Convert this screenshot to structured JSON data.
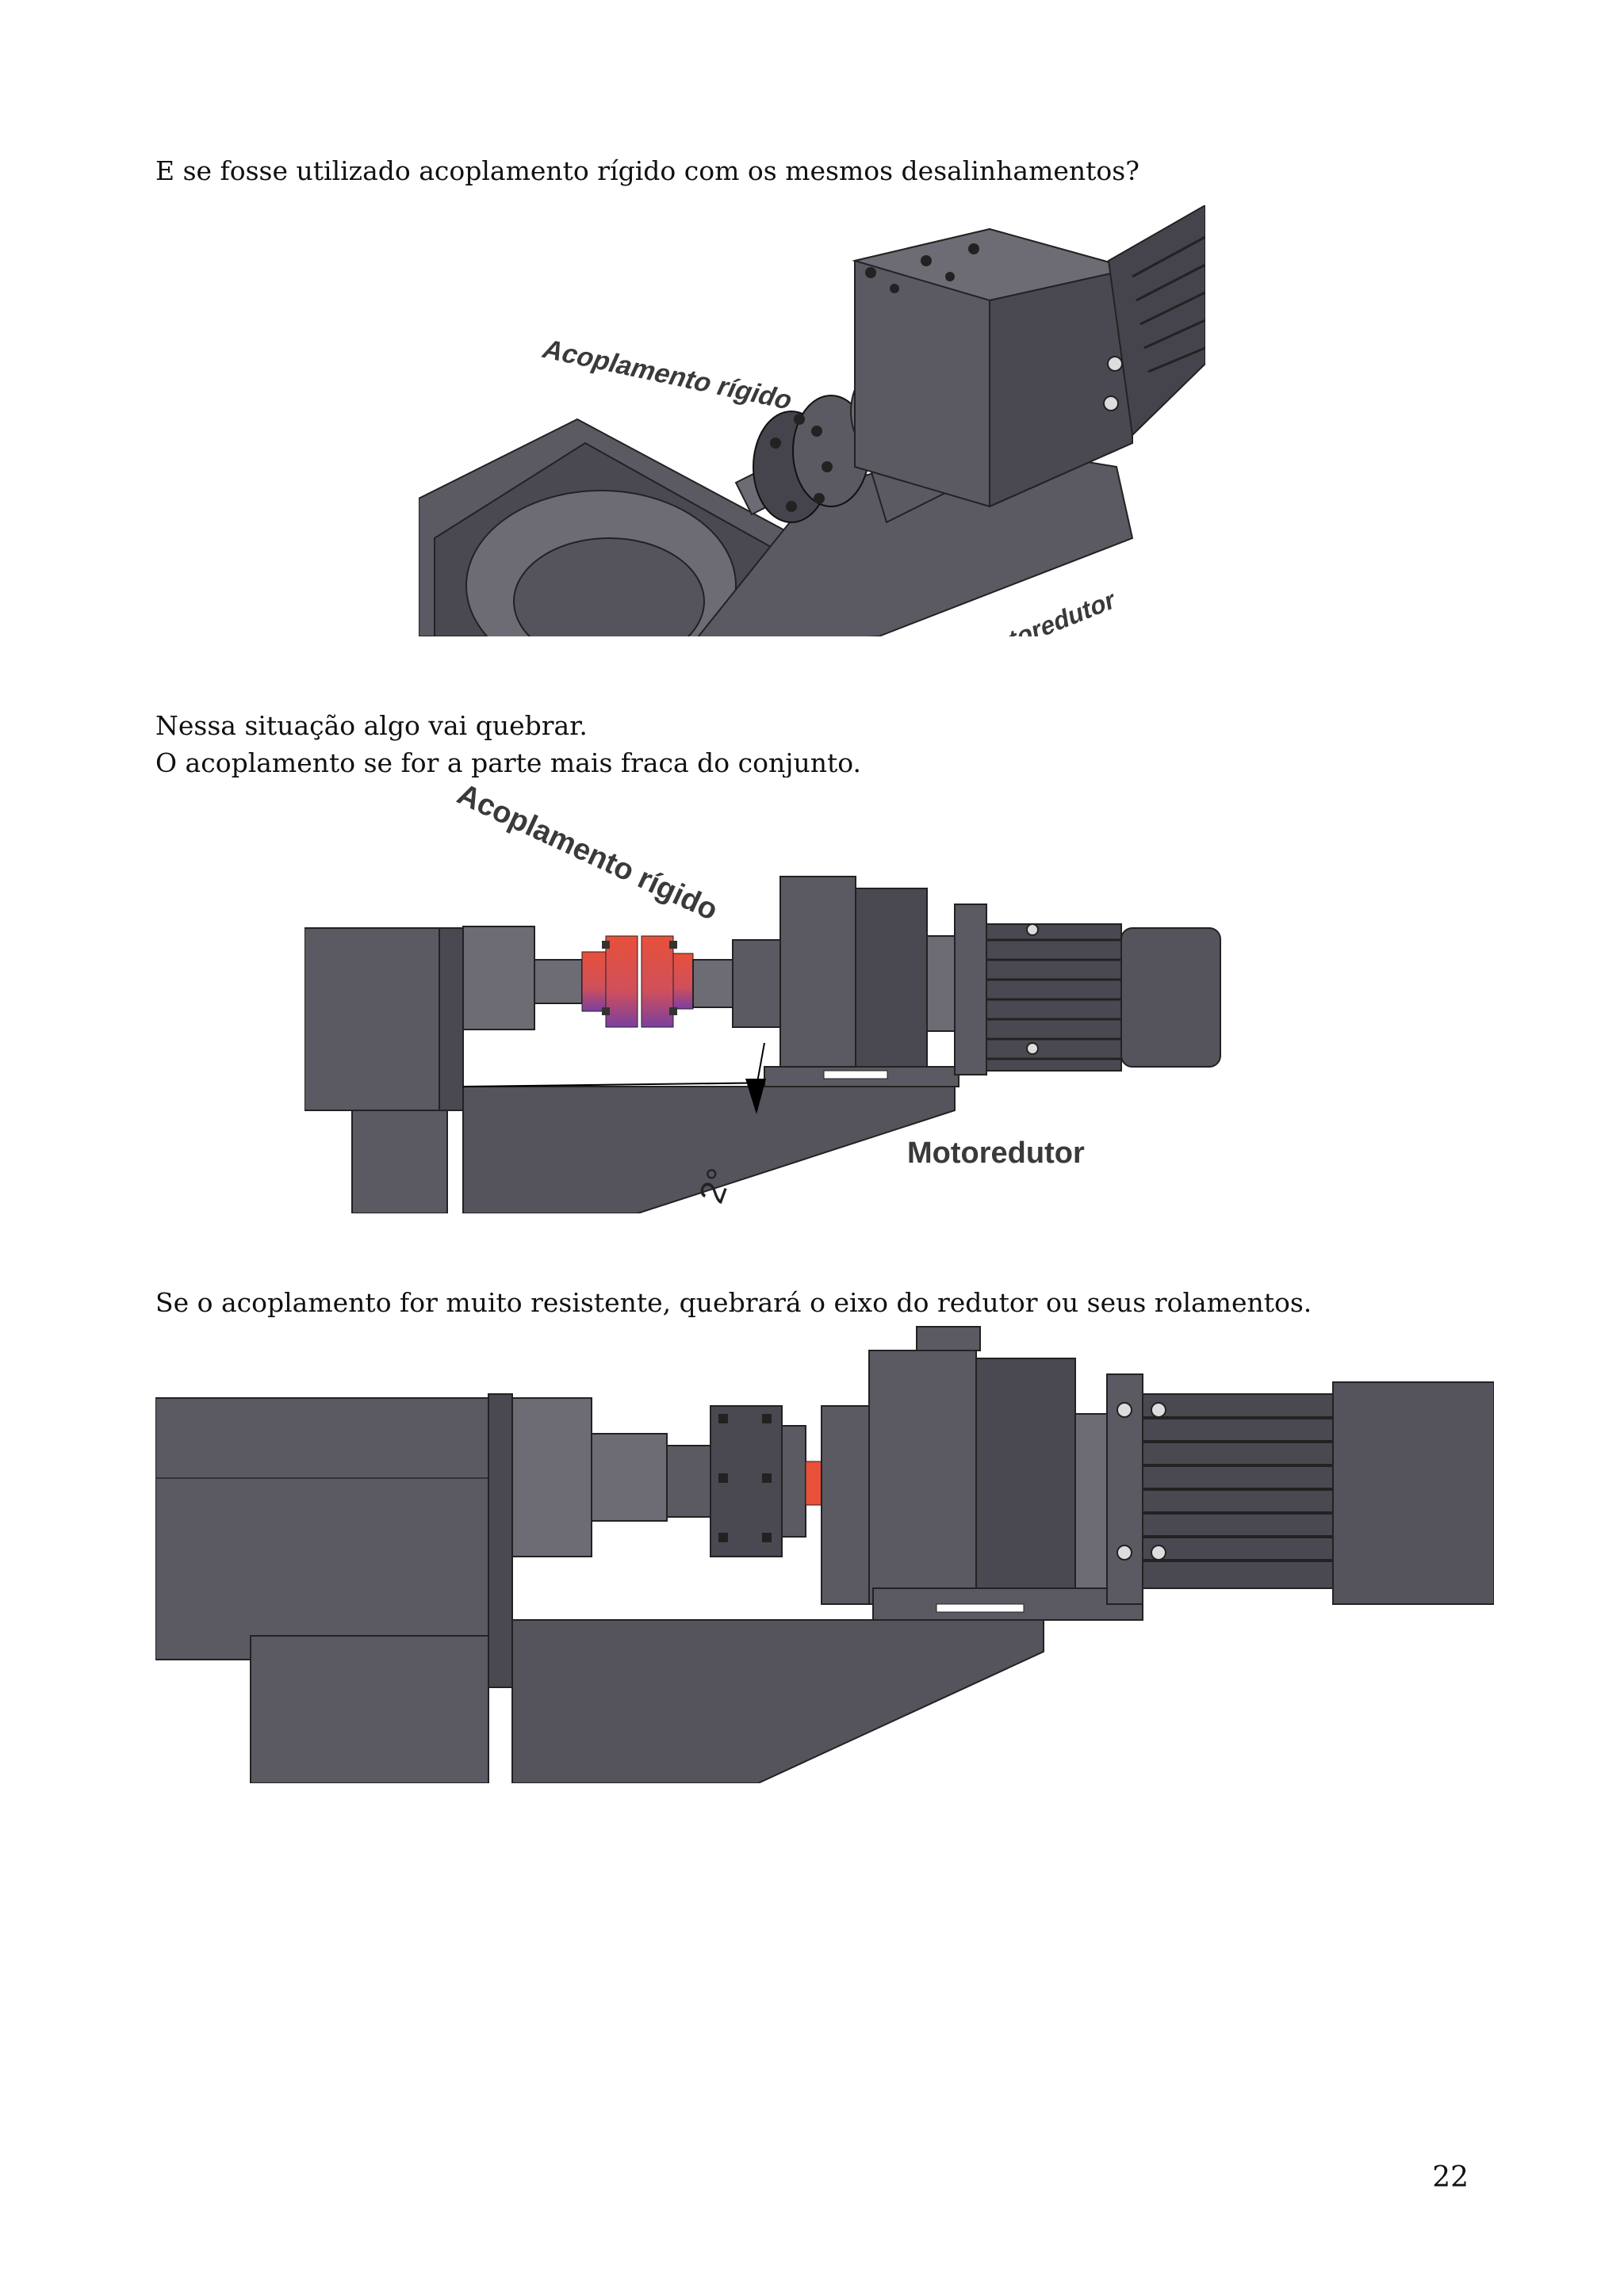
{
  "paragraphs": {
    "p1": "E se fosse utilizado acoplamento rígido com os mesmos desalinhamentos?",
    "p2_line1": "Nessa situação algo vai quebrar.",
    "p2_line2": "O acoplamento se for a parte mais fraca do conjunto.",
    "p3": "Se o acoplamento for muito resistente, quebrará o eixo do redutor ou seus rolamentos."
  },
  "figures": {
    "fig1": {
      "label_coupling": "Acoplamento rígido",
      "label_gearmotor": "Motoredutor"
    },
    "fig2": {
      "label_coupling": "Acoplamento rígido",
      "label_gearmotor": "Motoredutor",
      "angle": "2°"
    }
  },
  "colors": {
    "metal": "#5b5a63",
    "metal_dark": "#3f3e45",
    "metal_light": "#77767f",
    "coupling_red": "#e8503a",
    "coupling_purple": "#7a3fa0"
  },
  "page_number": "22"
}
